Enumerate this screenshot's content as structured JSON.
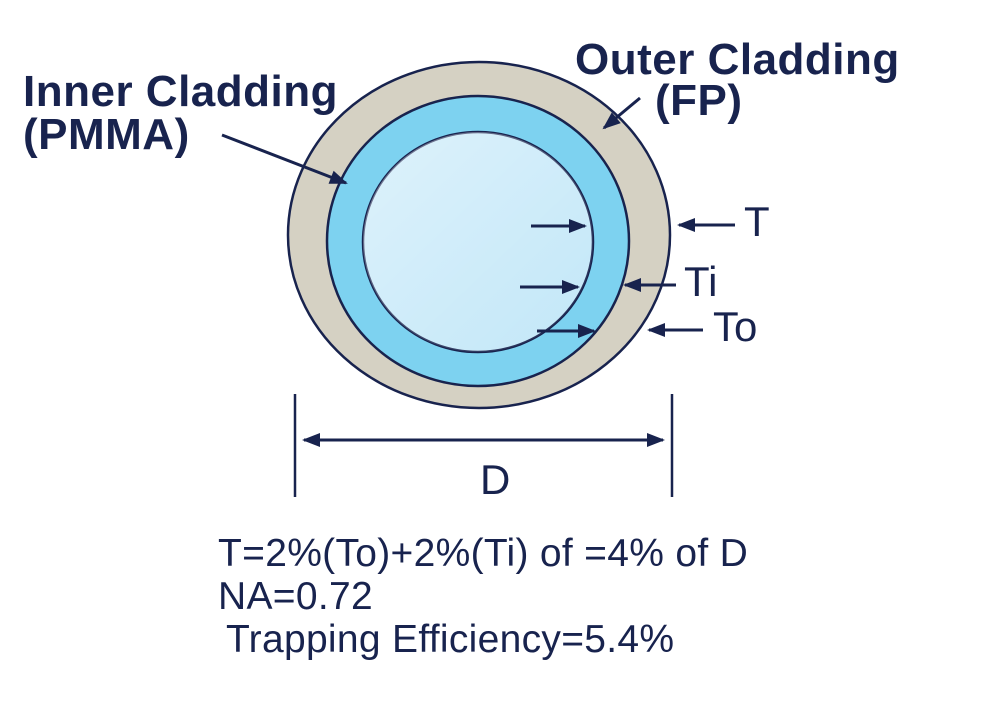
{
  "diagram": {
    "labels": {
      "inner_cladding_line1": "Inner Cladding",
      "inner_cladding_line2": "(PMMA)",
      "outer_cladding_line1": "Outer Cladding",
      "outer_cladding_line2": "(FP)",
      "thickness_total": "T",
      "thickness_inner": "Ti",
      "thickness_outer": "To",
      "diameter": "D"
    },
    "notes": {
      "line1": "T=2%(To)+2%(Ti) of =4% of D",
      "line2": "NA=0.72",
      "line3": "Trapping Efficiency=5.4%"
    },
    "colors": {
      "outer_cladding_fill": "#d5d1c3",
      "inner_cladding_fill": "#7dd2f0",
      "core_fill": "#c2e7f8",
      "line": "#18234e",
      "text": "#18234e",
      "background": "#ffffff"
    }
  }
}
